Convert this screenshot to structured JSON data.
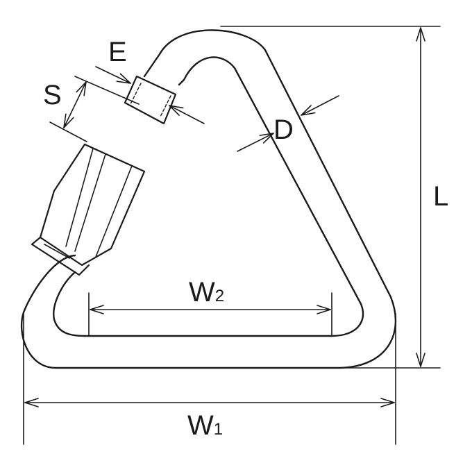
{
  "labels": {
    "E": "E",
    "S": "S",
    "D": "D",
    "L": "L",
    "W2_main": "W",
    "W2_sub": "2",
    "W1_main": "W",
    "W1_sub": "1"
  },
  "colors": {
    "stroke": "#1a1a1a",
    "background": "#ffffff"
  }
}
